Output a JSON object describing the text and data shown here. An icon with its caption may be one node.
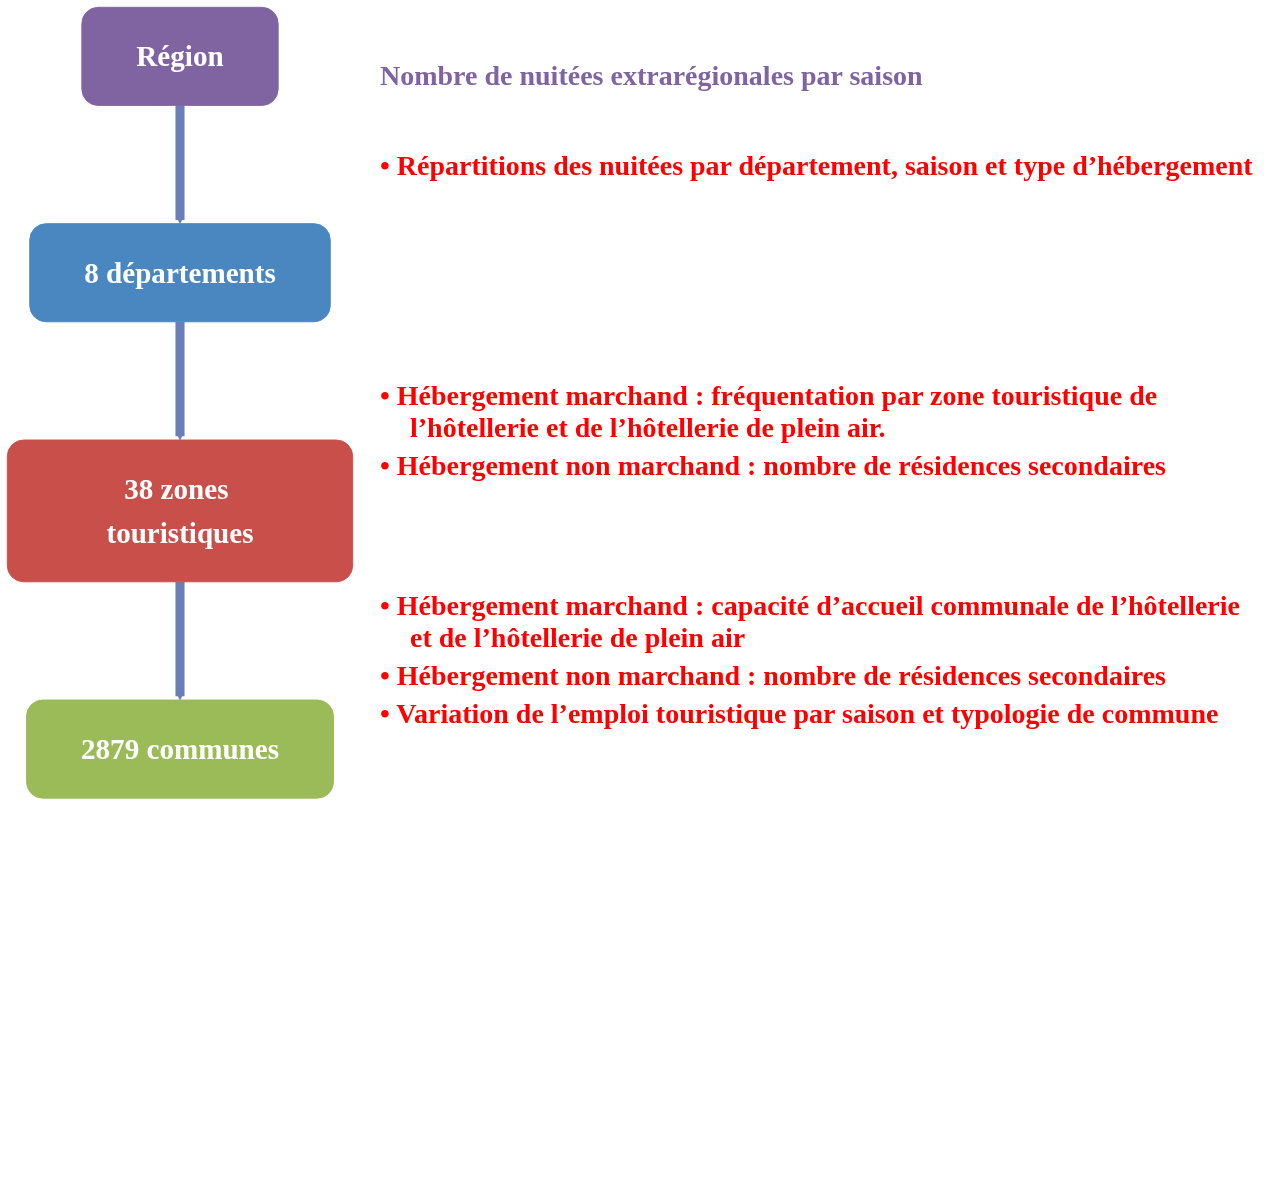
{
  "diagram": {
    "nodes": [
      {
        "text": [
          "Région"
        ],
        "beside": [
          "Nombre de nuitées extrarégionales par saison"
        ]
      },
      {
        "text": [
          "8 départements"
        ]
      },
      {
        "text": [
          "38 zones touristiques"
        ]
      },
      {
        "text": [
          "2879 communes"
        ]
      }
    ],
    "edges": [
      {
        "from": 0,
        "to": 1,
        "arrow": "to"
      },
      {
        "from": 1,
        "to": 2,
        "arrow": "to"
      },
      {
        "from": 2,
        "to": 3,
        "arrow": "to"
      }
    ],
    "labels": [
      "• Répartitions des nuitées par département, saison et type d’hébergement",
      "• Hébergement marchand : fréquentation par zone touristique de l’hôtellerie et de l’hôtellerie de plein air.",
      "• Hébergement non marchand : nombre de résidences secondaires",
      "• Hébergement marchand : capacité d’accueil communale de l’hôtellerie et de l’hôtellerie de plein air",
      "• Hébergement non marchand : nombre de résidences secondaires",
      "• Variation de l’emploi touristique par saison et typologie de commune"
    ]
  }
}
